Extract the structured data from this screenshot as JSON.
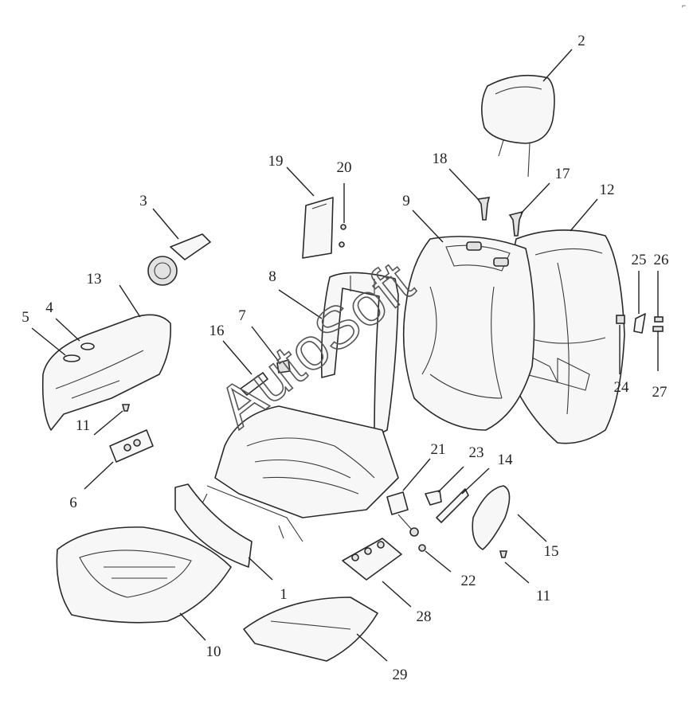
{
  "watermark": "AutoSoft",
  "corner_mark": "⌐",
  "callouts": [
    {
      "id": "c1",
      "label": "1"
    },
    {
      "id": "c2",
      "label": "2"
    },
    {
      "id": "c3",
      "label": "3"
    },
    {
      "id": "c4",
      "label": "4"
    },
    {
      "id": "c5",
      "label": "5"
    },
    {
      "id": "c6",
      "label": "6"
    },
    {
      "id": "c7",
      "label": "7"
    },
    {
      "id": "c8",
      "label": "8"
    },
    {
      "id": "c9",
      "label": "9"
    },
    {
      "id": "c10",
      "label": "10"
    },
    {
      "id": "c11a",
      "label": "11"
    },
    {
      "id": "c11b",
      "label": "11"
    },
    {
      "id": "c12",
      "label": "12"
    },
    {
      "id": "c13",
      "label": "13"
    },
    {
      "id": "c14",
      "label": "14"
    },
    {
      "id": "c15",
      "label": "15"
    },
    {
      "id": "c16",
      "label": "16"
    },
    {
      "id": "c17",
      "label": "17"
    },
    {
      "id": "c18",
      "label": "18"
    },
    {
      "id": "c19",
      "label": "19"
    },
    {
      "id": "c20",
      "label": "20"
    },
    {
      "id": "c21",
      "label": "21"
    },
    {
      "id": "c22",
      "label": "22"
    },
    {
      "id": "c23",
      "label": "23"
    },
    {
      "id": "c24",
      "label": "24"
    },
    {
      "id": "c25",
      "label": "25"
    },
    {
      "id": "c26",
      "label": "26"
    },
    {
      "id": "c27",
      "label": "27"
    },
    {
      "id": "c28",
      "label": "28"
    },
    {
      "id": "c29",
      "label": "29"
    }
  ]
}
